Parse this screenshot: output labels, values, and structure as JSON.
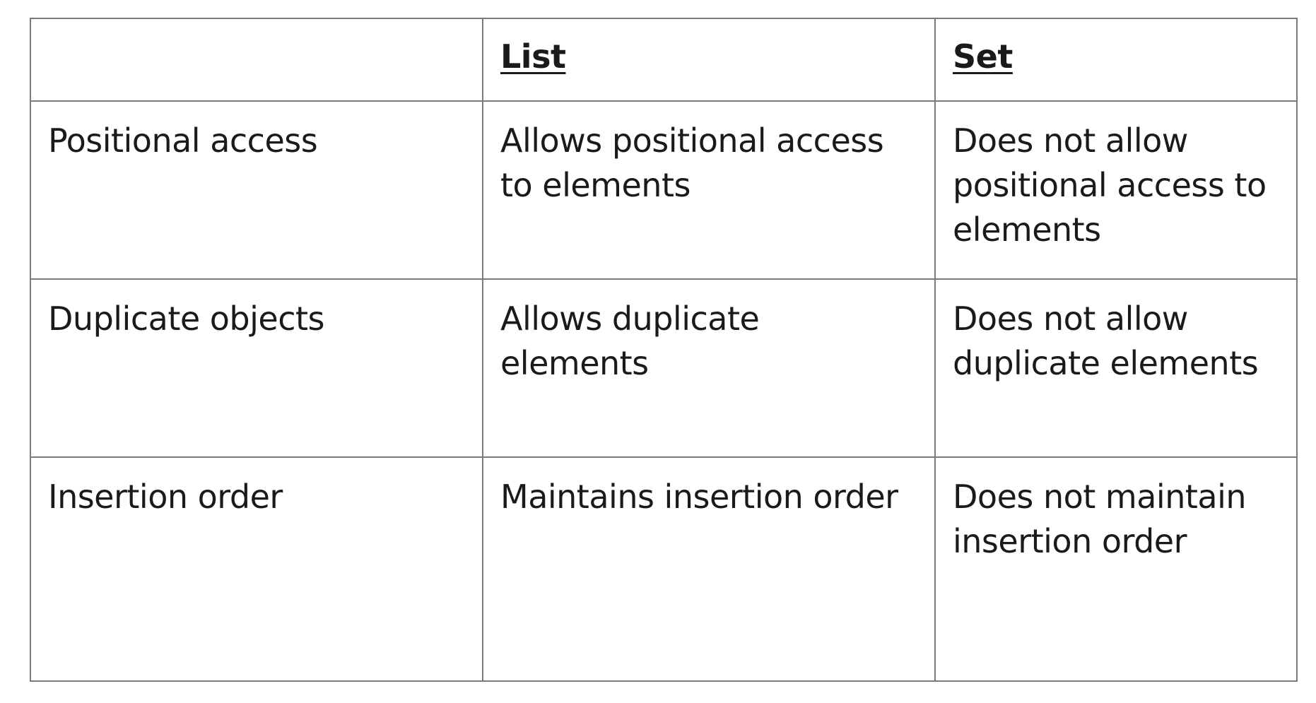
{
  "table": {
    "header": {
      "corner": "",
      "list": "List",
      "set": "Set"
    },
    "rows": [
      {
        "feature": "Positional access",
        "list": "Allows positional access to elements",
        "set": "Does not allow positional access to elements"
      },
      {
        "feature": "Duplicate objects",
        "list": "Allows duplicate elements",
        "set": "Does not allow duplicate elements"
      },
      {
        "feature": "Insertion order",
        "list": "Maintains insertion order",
        "set": "Does not maintain insertion order"
      }
    ]
  }
}
